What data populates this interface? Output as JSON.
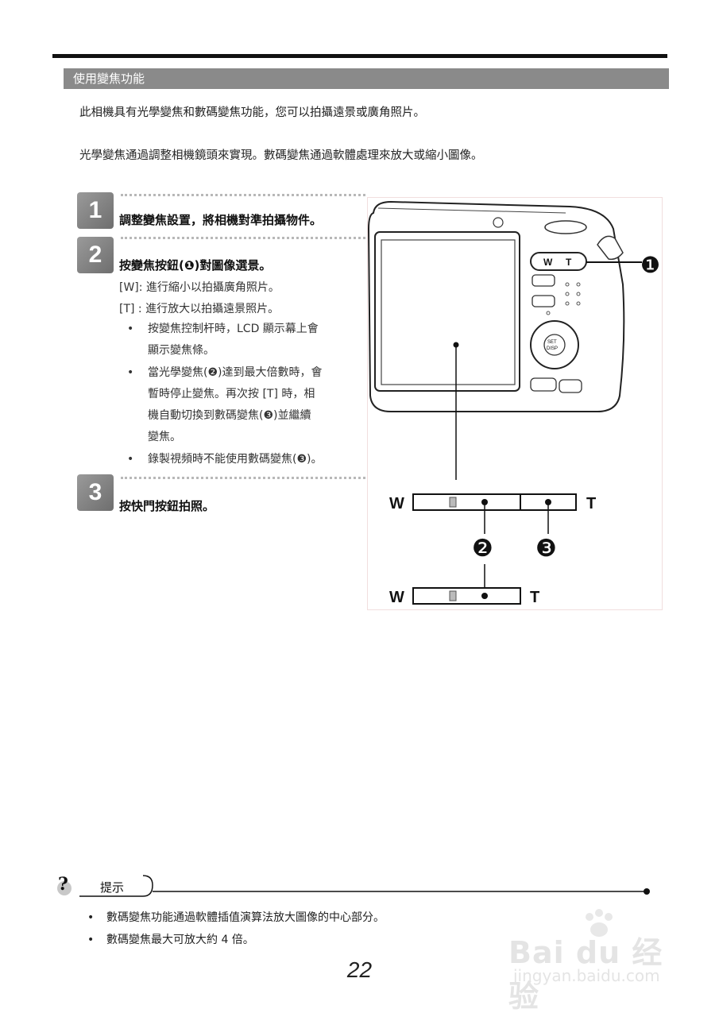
{
  "section_title": "使用變焦功能",
  "intro": [
    "此相機具有光學變焦和數碼變焦功能，您可以拍攝遠景或廣角照片。",
    "光學變焦通過調整相機鏡頭來實現。數碼變焦通過軟體處理來放大或縮小圖像。"
  ],
  "steps": [
    {
      "number": "1",
      "title": "調整變焦設置，將相機對準拍攝物件。"
    },
    {
      "number": "2",
      "title": "按變焦按鈕(❶)對圖像選景。",
      "lines": [
        "[W]:  進行縮小以拍攝廣角照片。",
        "[T] :  進行放大以拍攝遠景照片。"
      ],
      "bullets": [
        [
          "按變焦控制杆時，LCD  顯示幕上會",
          "顯示變焦條。"
        ],
        [
          "當光學變焦(❷)達到最大倍數時，會",
          "暫時停止變焦。再次按  [T]  時，相",
          "機自動切換到數碼變焦(❸)並繼續",
          "變焦。"
        ],
        [
          "錄製視頻時不能使用數碼變焦(❸)。"
        ]
      ]
    },
    {
      "number": "3",
      "title": "按快門按鈕拍照。"
    }
  ],
  "bullet_char": "•",
  "figure": {
    "camera_buttons": {
      "w": "W",
      "t": "T",
      "set": "SET",
      "disp": "DISP"
    },
    "callouts": [
      "❶",
      "❷",
      "❸"
    ],
    "bar_w": "W",
    "bar_t": "T"
  },
  "tip": {
    "icon": "?",
    "label": "提示",
    "items": [
      "數碼變焦功能通過軟體插值演算法放大圖像的中心部分。",
      "數碼變焦最大可放大約  4  倍。"
    ]
  },
  "page_number": "22",
  "watermark": {
    "brand": "Bai du 经验",
    "url": "jingyan.baidu.com"
  }
}
